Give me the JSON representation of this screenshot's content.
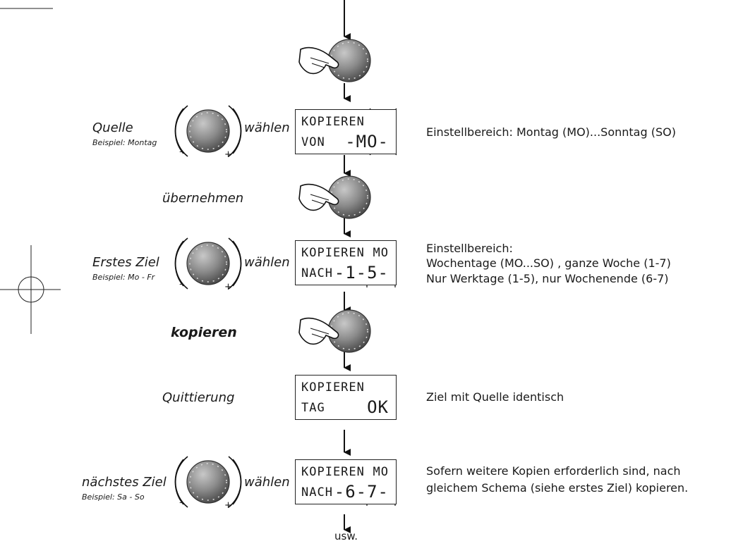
{
  "steps": {
    "source": {
      "label": "Quelle",
      "example": "Beispiel: Montag",
      "action": "wählen"
    },
    "take_over": {
      "label": "übernehmen"
    },
    "first_target": {
      "label": "Erstes Ziel",
      "example": "Beispiel: Mo - Fr",
      "action": "wählen"
    },
    "copy": {
      "label": "kopieren"
    },
    "confirm": {
      "label": "Quittierung"
    },
    "next_target": {
      "label": "nächstes Ziel",
      "example": "Beispiel: Sa - So",
      "action": "wählen"
    }
  },
  "displays": [
    {
      "row1": "KOPIEREN",
      "row1_right": "",
      "row2_left": "VON",
      "row2_right": "-MO-"
    },
    {
      "row1": "KOPIEREN",
      "row1_right": "MO",
      "row2_left": "NACH",
      "row2_right": "-1-5-"
    },
    {
      "row1": "KOPIEREN",
      "row1_right": "",
      "row2_left": "TAG",
      "row2_right": "OK"
    },
    {
      "row1": "KOPIEREN",
      "row1_right": "MO",
      "row2_left": "NACH",
      "row2_right": "-6-7-"
    }
  ],
  "notes": {
    "range1": "Einstellbereich:  Montag (MO)...Sonntag (SO)",
    "range2_title": "Einstellbereich:",
    "range2_line1": "Wochentage  (MO...SO) , ganze Woche (1-7)",
    "range2_line2": "Nur Werktage (1-5),  nur Wochenende  (6-7)",
    "identical": "Ziel mit Quelle identisch",
    "further_line1": "Sofern weitere Kopien erforderlich sind, nach",
    "further_line2": "gleichem Schema (siehe erstes Ziel) kopieren."
  },
  "knob_signs": {
    "minus": "–",
    "plus": "+"
  },
  "end_label": "usw."
}
